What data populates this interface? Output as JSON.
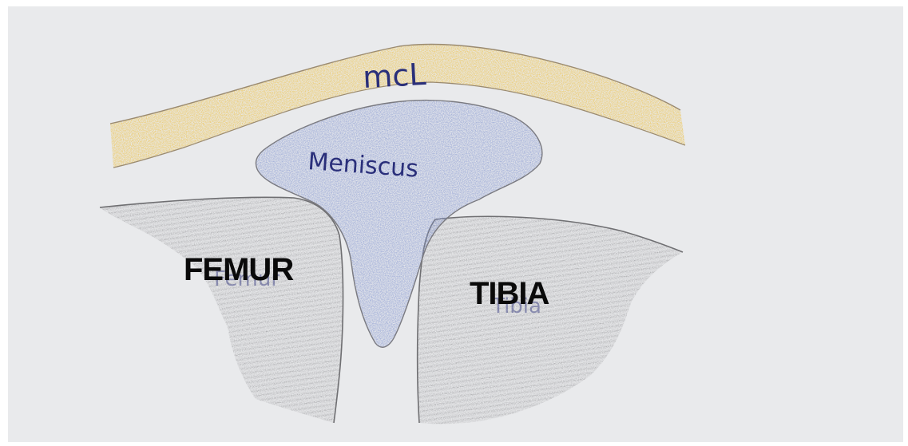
{
  "image": {
    "labels": {
      "mcl_handwritten": "mcL",
      "meniscus_handwritten": "Meniscus",
      "femur_handwritten": "Femur",
      "tibia_handwritten": "Tibia",
      "femur": "FEMUR",
      "tibia": "TIBIA"
    },
    "colors": {
      "paper": "#e9eaec",
      "ligament": "#edc24a",
      "meniscus": "#7f93cf",
      "bone": "#a8a8aa",
      "outline": "#8a8a8a",
      "handwriting": "#2a2f7a",
      "typed_label": "#0a0a0a"
    }
  }
}
